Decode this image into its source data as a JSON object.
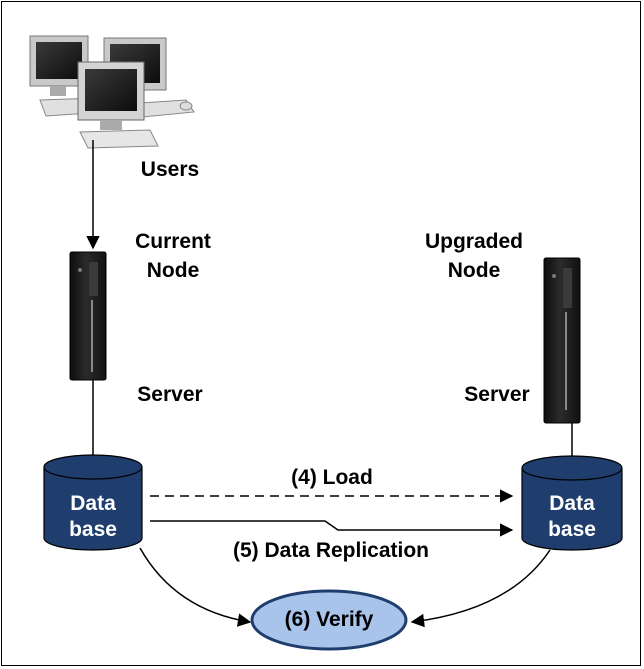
{
  "labels": {
    "users": "Users",
    "current_node_line1": "Current",
    "current_node_line2": "Node",
    "upgraded_node_line1": "Upgraded",
    "upgraded_node_line2": "Node",
    "server_left": "Server",
    "server_right": "Server",
    "db_left_line1": "Data",
    "db_left_line2": "base",
    "db_right_line1": "Data",
    "db_right_line2": "base",
    "load": "(4) Load",
    "replication": "(5) Data Replication",
    "verify": "(6) Verify"
  },
  "colors": {
    "database_fill": "#1f3e6e",
    "verify_fill": "#a9c4ea",
    "verify_stroke": "#1f3e6e"
  },
  "icons": [
    "computer-monitor-icon",
    "tower-server-icon",
    "database-cylinder-icon"
  ]
}
